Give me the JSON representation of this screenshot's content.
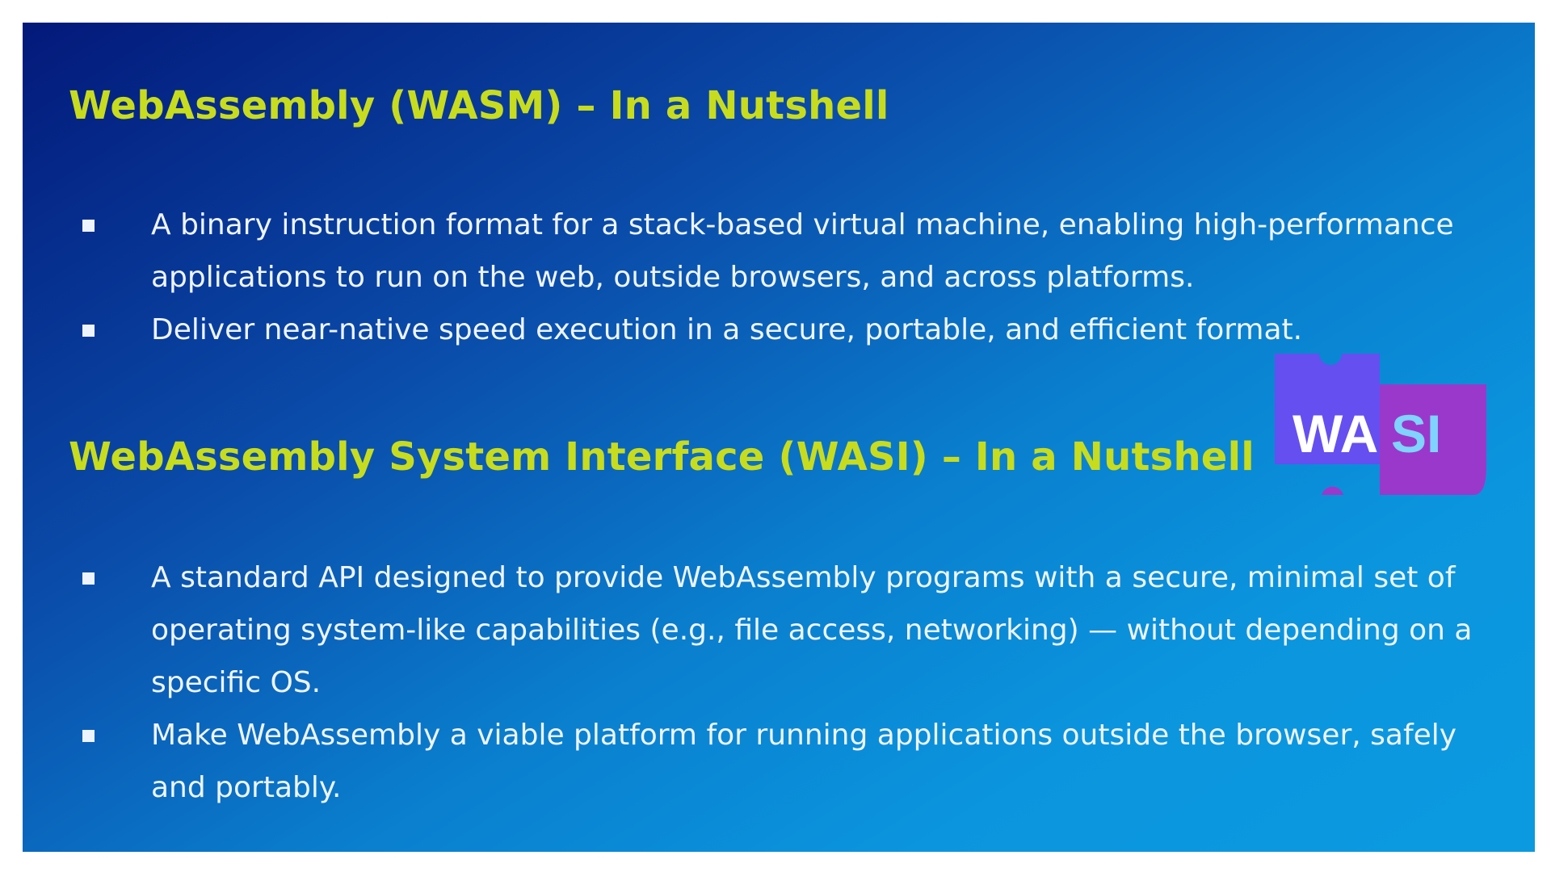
{
  "sections": [
    {
      "title": "WebAssembly (WASM) – In a Nutshell",
      "bullets": [
        "A binary instruction format for a stack-based virtual machine, enabling high-performance applications to run on the web, outside browsers, and across platforms.",
        "Deliver near-native speed execution in a secure, portable, and efficient format."
      ]
    },
    {
      "title": "WebAssembly System Interface (WASI) – In a Nutshell",
      "bullets": [
        "A standard API designed to provide WebAssembly programs with a secure, minimal set of operating system-like capabilities (e.g., file access, networking) — without depending on a specific OS.",
        "Make WebAssembly a viable platform for running applications outside the browser, safely and portably."
      ]
    }
  ],
  "logo": {
    "left_text": "WA",
    "right_text": "SI",
    "colors": {
      "left_block": "#654ff0",
      "right_block": "#9b38cc",
      "left_text": "#ffffff",
      "right_text": "#7fd4ff"
    }
  },
  "colors": {
    "heading": "#c8dc1e",
    "body_text": "#eef4ff",
    "background_start": "#03197a",
    "background_end": "#0b9ae0"
  }
}
